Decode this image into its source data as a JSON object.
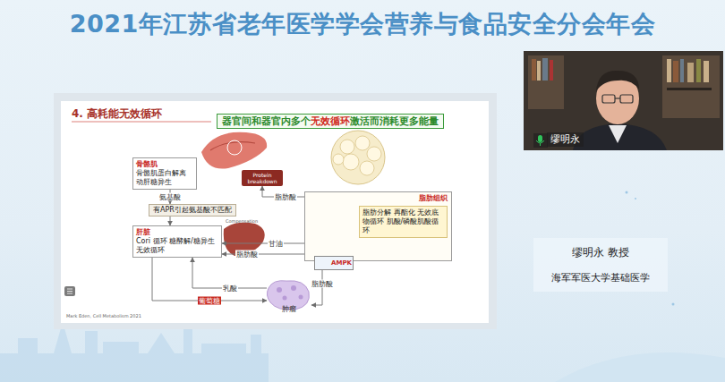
{
  "diagram": {
    "title": "2021年江苏省老年医学学会营养与食品安全分会年会",
    "nodes": [
      {
        "text": [
          "器官间和器官内多个",
          "无效循环",
          "激活而消耗更多能量"
        ]
      },
      {
        "text": [
          "骨骼肌",
          "骨骼肌蛋白解离 动肝糖异生"
        ]
      },
      {
        "text": [
          "Protein breakdown"
        ]
      },
      {
        "text": [
          "有APR引起氨基酸不匹配"
        ]
      },
      {
        "text": [
          "肝脏",
          "Cori 循环 糖酵解/糖异生无效循环"
        ]
      },
      {
        "text": [
          "脂肪组织",
          "脂肪分解 再酯化 无效底物循环 肌酸/磷酸肌酸循环"
        ]
      },
      {
        "text": [
          "AMPK"
        ],
        "in": 5
      },
      {
        "text": [
          "肿瘤"
        ]
      },
      {
        "text": [
          "缪明永 教授",
          "海军军医大学基础医学"
        ]
      },
      {
        "text": [
          "缪明永"
        ]
      }
    ],
    "edges": [
      {
        "from": 1,
        "to": 3,
        "arrow": "to",
        "label": "氨基酸"
      },
      {
        "from": 3,
        "to": 4,
        "arrow": "to"
      },
      {
        "from": 5,
        "to": 2,
        "arrow": "to",
        "label": "脂肪酸"
      },
      {
        "from": 5,
        "to": 4,
        "arrow": "to",
        "label": "甘油"
      },
      {
        "from": 5,
        "to": 4,
        "arrow": "to",
        "label": "脂肪酸"
      },
      {
        "from": 4,
        "to": 7,
        "arrow": "to",
        "label": "葡萄糖"
      },
      {
        "from": 7,
        "to": 4,
        "arrow": "to",
        "label": "乳酸"
      },
      {
        "from": 5,
        "to": 7,
        "arrow": "to",
        "label": "脂肪酸"
      }
    ],
    "labels": [
      "4. 高耗能无效循环",
      "Compensation",
      "Mark Eden, Cell Metabolism 2021"
    ]
  }
}
